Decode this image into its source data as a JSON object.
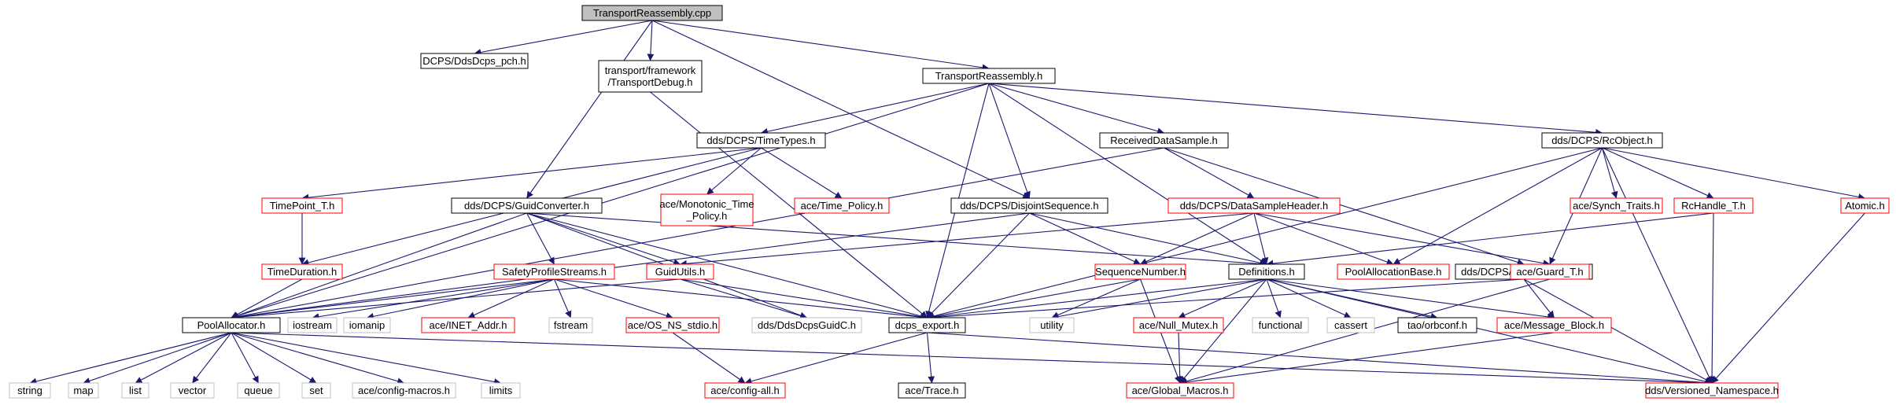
{
  "graph": {
    "nodes": [
      {
        "id": "root",
        "label": "TransportReassembly.cpp",
        "kind": "root"
      },
      {
        "id": "pch",
        "label": "DCPS/DdsDcps_pch.h",
        "kind": "normal"
      },
      {
        "id": "tdebug",
        "label": [
          "transport/framework",
          "/TransportDebug.h"
        ],
        "kind": "normal"
      },
      {
        "id": "treh",
        "label": "TransportReassembly.h",
        "kind": "normal"
      },
      {
        "id": "timetypes",
        "label": "dds/DCPS/TimeTypes.h",
        "kind": "normal"
      },
      {
        "id": "rds",
        "label": "ReceivedDataSample.h",
        "kind": "normal"
      },
      {
        "id": "rcobj",
        "label": "dds/DCPS/RcObject.h",
        "kind": "normal"
      },
      {
        "id": "timepoint",
        "label": "TimePoint_T.h",
        "kind": "red"
      },
      {
        "id": "monotonic",
        "label": [
          "ace/Monotonic_Time",
          "_Policy.h"
        ],
        "kind": "red"
      },
      {
        "id": "timepolicy",
        "label": "ace/Time_Policy.h",
        "kind": "red"
      },
      {
        "id": "guidconv",
        "label": "dds/DCPS/GuidConverter.h",
        "kind": "normal"
      },
      {
        "id": "disjoint",
        "label": "dds/DCPS/DisjointSequence.h",
        "kind": "normal"
      },
      {
        "id": "dsh",
        "label": "dds/DCPS/DataSampleHeader.h",
        "kind": "red"
      },
      {
        "id": "synch",
        "label": "ace/Synch_Traits.h",
        "kind": "red"
      },
      {
        "id": "rchandle",
        "label": "RcHandle_T.h",
        "kind": "red"
      },
      {
        "id": "atomic",
        "label": "Atomic.h",
        "kind": "red"
      },
      {
        "id": "timeduration",
        "label": "TimeDuration.h",
        "kind": "red"
      },
      {
        "id": "sps",
        "label": "SafetyProfileStreams.h",
        "kind": "red"
      },
      {
        "id": "guidutils",
        "label": "GuidUtils.h",
        "kind": "red"
      },
      {
        "id": "seqnum",
        "label": "SequenceNumber.h",
        "kind": "red"
      },
      {
        "id": "definitions",
        "label": "Definitions.h",
        "kind": "normal"
      },
      {
        "id": "poolallocbase",
        "label": "PoolAllocationBase.h",
        "kind": "red"
      },
      {
        "id": "msgblock",
        "label": "dds/DCPS/MessageBlock.h",
        "kind": "normal"
      },
      {
        "id": "guard",
        "label": "ace/Guard_T.h",
        "kind": "red"
      },
      {
        "id": "poolalloc",
        "label": "PoolAllocator.h",
        "kind": "normal"
      },
      {
        "id": "iostream",
        "label": "iostream",
        "kind": "gray"
      },
      {
        "id": "iomanip",
        "label": "iomanip",
        "kind": "gray"
      },
      {
        "id": "inetaddr",
        "label": "ace/INET_Addr.h",
        "kind": "red"
      },
      {
        "id": "fstream",
        "label": "fstream",
        "kind": "gray"
      },
      {
        "id": "osstdio",
        "label": "ace/OS_NS_stdio.h",
        "kind": "red"
      },
      {
        "id": "guidc",
        "label": "dds/DdsDcpsGuidC.h",
        "kind": "gray"
      },
      {
        "id": "dcpsexport",
        "label": "dcps_export.h",
        "kind": "normal"
      },
      {
        "id": "utility",
        "label": "utility",
        "kind": "gray"
      },
      {
        "id": "nullmutex",
        "label": "ace/Null_Mutex.h",
        "kind": "red"
      },
      {
        "id": "functional",
        "label": "functional",
        "kind": "gray"
      },
      {
        "id": "cassert",
        "label": "cassert",
        "kind": "gray"
      },
      {
        "id": "orbconf",
        "label": "tao/orbconf.h",
        "kind": "normal"
      },
      {
        "id": "msgblockh",
        "label": "ace/Message_Block.h",
        "kind": "red"
      },
      {
        "id": "string",
        "label": "string",
        "kind": "gray"
      },
      {
        "id": "map",
        "label": "map",
        "kind": "gray"
      },
      {
        "id": "list",
        "label": "list",
        "kind": "gray"
      },
      {
        "id": "vector",
        "label": "vector",
        "kind": "gray"
      },
      {
        "id": "queue",
        "label": "queue",
        "kind": "gray"
      },
      {
        "id": "set",
        "label": "set",
        "kind": "gray"
      },
      {
        "id": "configmacros",
        "label": "ace/config-macros.h",
        "kind": "gray"
      },
      {
        "id": "limits",
        "label": "limits",
        "kind": "gray"
      },
      {
        "id": "configall",
        "label": "ace/config-all.h",
        "kind": "red"
      },
      {
        "id": "trace",
        "label": "ace/Trace.h",
        "kind": "normal"
      },
      {
        "id": "globalmacros",
        "label": "ace/Global_Macros.h",
        "kind": "red"
      },
      {
        "id": "versioned",
        "label": "dds/Versioned_Namespace.h",
        "kind": "red"
      }
    ],
    "edges": [
      [
        "root",
        "pch"
      ],
      [
        "root",
        "tdebug"
      ],
      [
        "root",
        "treh"
      ],
      [
        "root",
        "guidconv"
      ],
      [
        "root",
        "disjoint"
      ],
      [
        "tdebug",
        "dcpsexport"
      ],
      [
        "treh",
        "timetypes"
      ],
      [
        "treh",
        "rds"
      ],
      [
        "treh",
        "rcobj"
      ],
      [
        "treh",
        "disjoint"
      ],
      [
        "treh",
        "poolalloc"
      ],
      [
        "treh",
        "dcpsexport"
      ],
      [
        "treh",
        "definitions"
      ],
      [
        "timetypes",
        "timepoint"
      ],
      [
        "timetypes",
        "monotonic"
      ],
      [
        "timetypes",
        "timepolicy"
      ],
      [
        "timetypes",
        "timeduration"
      ],
      [
        "rds",
        "dsh"
      ],
      [
        "rds",
        "msgblock"
      ],
      [
        "rds",
        "poolalloc"
      ],
      [
        "rcobj",
        "synch"
      ],
      [
        "rcobj",
        "rchandle"
      ],
      [
        "rcobj",
        "atomic"
      ],
      [
        "rcobj",
        "guard"
      ],
      [
        "rcobj",
        "poolallocbase"
      ],
      [
        "rcobj",
        "dcpsexport"
      ],
      [
        "rcobj",
        "versioned"
      ],
      [
        "timepoint",
        "timeduration"
      ],
      [
        "timeduration",
        "poolalloc"
      ],
      [
        "guidconv",
        "sps"
      ],
      [
        "guidconv",
        "guidutils"
      ],
      [
        "guidconv",
        "guidc"
      ],
      [
        "guidconv",
        "dcpsexport"
      ],
      [
        "guidconv",
        "poolalloc"
      ],
      [
        "guidconv",
        "definitions"
      ],
      [
        "disjoint",
        "seqnum"
      ],
      [
        "disjoint",
        "definitions"
      ],
      [
        "disjoint",
        "dcpsexport"
      ],
      [
        "disjoint",
        "poolalloc"
      ],
      [
        "dsh",
        "seqnum"
      ],
      [
        "dsh",
        "definitions"
      ],
      [
        "dsh",
        "poolallocbase"
      ],
      [
        "dsh",
        "guard"
      ],
      [
        "dsh",
        "guidutils"
      ],
      [
        "rchandle",
        "definitions"
      ],
      [
        "rchandle",
        "versioned"
      ],
      [
        "atomic",
        "versioned"
      ],
      [
        "sps",
        "poolalloc"
      ],
      [
        "sps",
        "iostream"
      ],
      [
        "sps",
        "iomanip"
      ],
      [
        "sps",
        "inetaddr"
      ],
      [
        "sps",
        "fstream"
      ],
      [
        "sps",
        "osstdio"
      ],
      [
        "sps",
        "dcpsexport"
      ],
      [
        "guidutils",
        "poolalloc"
      ],
      [
        "guidutils",
        "guidc"
      ],
      [
        "guidutils",
        "dcpsexport"
      ],
      [
        "seqnum",
        "dcpsexport"
      ],
      [
        "seqnum",
        "utility"
      ],
      [
        "seqnum",
        "globalmacros"
      ],
      [
        "definitions",
        "utility"
      ],
      [
        "definitions",
        "nullmutex"
      ],
      [
        "definitions",
        "functional"
      ],
      [
        "definitions",
        "cassert"
      ],
      [
        "definitions",
        "orbconf"
      ],
      [
        "definitions",
        "msgblockh"
      ],
      [
        "definitions",
        "globalmacros"
      ],
      [
        "definitions",
        "versioned"
      ],
      [
        "definitions",
        "dcpsexport"
      ],
      [
        "msgblock",
        "msgblockh"
      ],
      [
        "msgblock",
        "versioned"
      ],
      [
        "msgblock",
        "dcpsexport"
      ],
      [
        "guard",
        "globalmacros"
      ],
      [
        "poolalloc",
        "string"
      ],
      [
        "poolalloc",
        "map"
      ],
      [
        "poolalloc",
        "list"
      ],
      [
        "poolalloc",
        "vector"
      ],
      [
        "poolalloc",
        "queue"
      ],
      [
        "poolalloc",
        "set"
      ],
      [
        "poolalloc",
        "configmacros"
      ],
      [
        "poolalloc",
        "limits"
      ],
      [
        "poolalloc",
        "versioned"
      ],
      [
        "osstdio",
        "configall"
      ],
      [
        "dcpsexport",
        "configall"
      ],
      [
        "dcpsexport",
        "trace"
      ],
      [
        "dcpsexport",
        "versioned"
      ],
      [
        "nullmutex",
        "globalmacros"
      ],
      [
        "msgblockh",
        "globalmacros"
      ]
    ]
  }
}
